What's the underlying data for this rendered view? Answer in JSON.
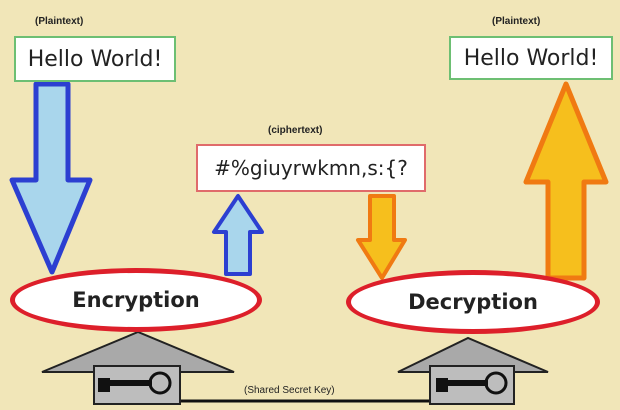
{
  "plaintext_label_left": "(Plaintext)",
  "plaintext_left": "Hello World!",
  "plaintext_label_right": "(Plaintext)",
  "plaintext_right": "Hello World!",
  "ciphertext_label": "(ciphertext)",
  "ciphertext": "#%giuyrwkmn,s:{?",
  "encryption": "Encryption",
  "decryption": "Decryption",
  "shared_key_label": "(Shared Secret Key)",
  "colors": {
    "background": "#f1e6b8",
    "blue_arrow_fill": "#a9d6ec",
    "blue_arrow_stroke": "#2c3fd1",
    "orange_arrow_fill": "#f6bf1d",
    "orange_arrow_stroke": "#f07a12",
    "ellipse_border": "#dd1f2a",
    "key_house": "#a9a9a9"
  }
}
